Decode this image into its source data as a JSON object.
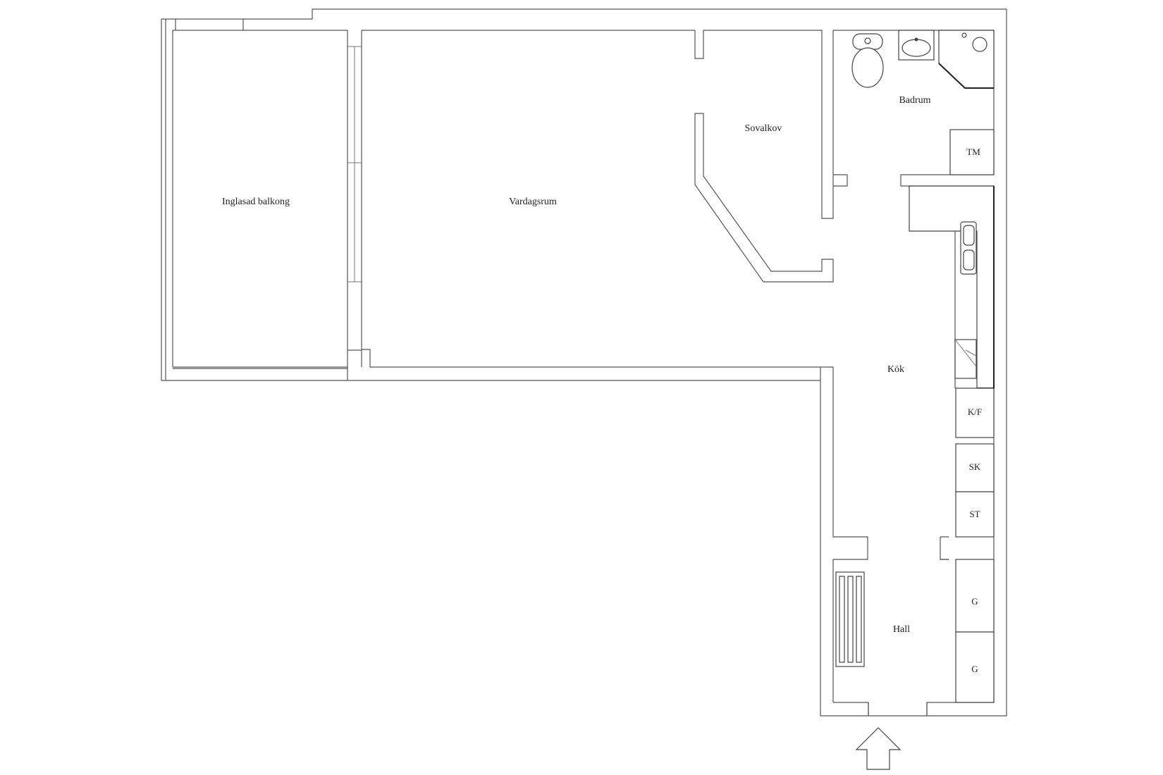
{
  "rooms": {
    "balcony": "Inglasad balkong",
    "living": "Vardagsrum",
    "alcove": "Sovalkov",
    "bathroom": "Badrum",
    "kitchen": "Kök",
    "hall": "Hall"
  },
  "cabinets": {
    "tm": "TM",
    "kf": "K/F",
    "sk": "SK",
    "st": "ST",
    "g1": "G",
    "g2": "G"
  },
  "colors": {
    "wall": "#555555",
    "background": "#ffffff",
    "text": "#222222"
  }
}
